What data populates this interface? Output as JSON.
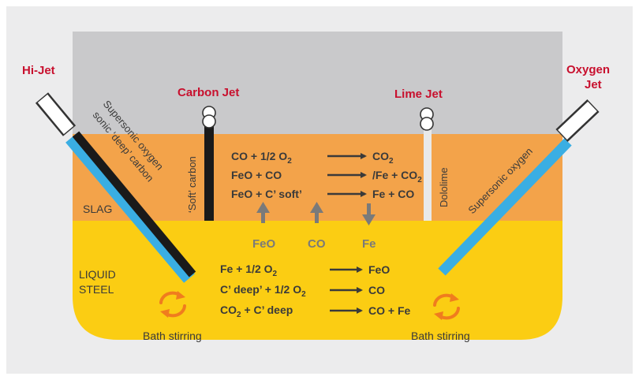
{
  "labels": {
    "hi_jet": "Hi-Jet",
    "carbon_jet": "Carbon Jet",
    "lime_jet": "Lime Jet",
    "oxygen_jet_line1": "Oxygen",
    "oxygen_jet_line2": "Jet",
    "slag": "SLAG",
    "liquid_line1": "LIQUID",
    "liquid_line2": "STEEL",
    "supersonic_oxygen_left": "Supersonic oxygen",
    "sonic_deep_carbon": "sonic ‘deep’ carbon",
    "soft_carbon": "‘Soft’ carbon",
    "dololime": "Dololime",
    "supersonic_oxygen_right": "Supersonic oxygen",
    "bath_stirring_left": "Bath stirring",
    "bath_stirring_right": "Bath stirring",
    "transfer_feo": "FeO",
    "transfer_co": "CO",
    "transfer_fe": "Fe"
  },
  "slag_reactions": [
    {
      "left": "CO + 1/2 O",
      "left_sub": "2",
      "right": "CO",
      "right_sub": "2",
      "right_tail": ""
    },
    {
      "left": "FeO + CO",
      "left_sub": "",
      "right": "/Fe + CO",
      "right_sub": "2",
      "right_tail": ""
    },
    {
      "left": "FeO + C’ soft’",
      "left_sub": "",
      "right": "Fe + CO",
      "right_sub": "",
      "right_tail": ""
    }
  ],
  "steel_reactions": [
    {
      "pre": "",
      "pre_sub": "",
      "left": "Fe + 1/2 O",
      "left_sub": "2",
      "right": "FeO"
    },
    {
      "pre": "",
      "pre_sub": "",
      "left": "C’ deep’ + 1/2 O",
      "left_sub": "2",
      "right": "CO"
    },
    {
      "pre": "CO",
      "pre_sub": "2",
      "left": " + C’ deep",
      "left_sub": "",
      "right": "CO + Fe"
    }
  ],
  "colors": {
    "gas": "#c9c9cb",
    "slag": "#f3a34a",
    "steel": "#fbcd13",
    "label_red": "#c8102e",
    "oxygen_lance": "#3aaee3",
    "carbon_lance": "#1a1a1a",
    "arrow_dark": "#3a3a3a",
    "arrow_gray": "#7a7a7a",
    "stir_orange": "#f07c1e"
  }
}
